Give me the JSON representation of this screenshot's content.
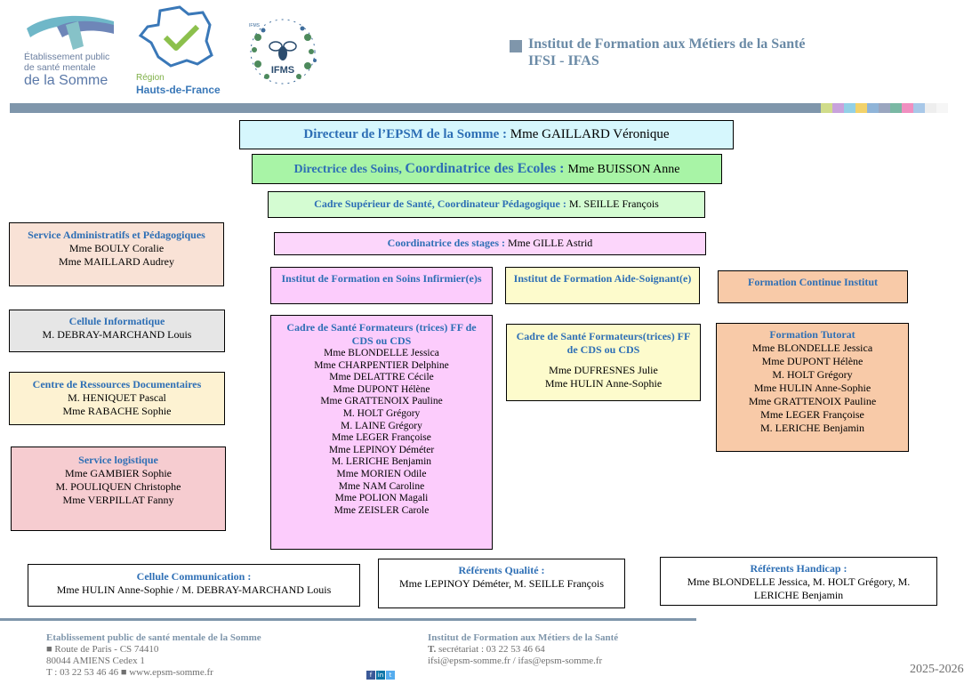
{
  "header": {
    "epsm_logo": {
      "line1": "Établissement public",
      "line2": "de santé mentale",
      "line3": "de la Somme"
    },
    "region_logo": {
      "line1": "Région",
      "line2": "Hauts-de-France"
    },
    "ifms_logo": {
      "label": "IFMS",
      "arc": "IFMS"
    },
    "institute_line1": "Institut de Formation aux Métiers de la Santé",
    "institute_line2": "IFSI - IFAS"
  },
  "colors": {
    "accent_blue": "#2e6fb5",
    "bar": "#7f96ab",
    "swatches": [
      "#d0dc8a",
      "#c8a2dc",
      "#92d0e6",
      "#f2d26a",
      "#8fb4d8",
      "#9aa6bf",
      "#7ab8a4",
      "#f08fc0",
      "#a8c8e8",
      "#eeeeee",
      "#f6f6f6"
    ]
  },
  "org": {
    "directeur": {
      "title": "Directeur de l’EPSM de la Somme : ",
      "name": "Mme GAILLARD Véronique"
    },
    "directrice": {
      "title1": "Directrice des Soins, ",
      "title2": "Coordinatrice des Ecoles : ",
      "name": "Mme BUISSON Anne"
    },
    "cadre_sup": {
      "title": "Cadre Supérieur de Santé, Coordinateur Pédagogique :  ",
      "name": "M. SEILLE François"
    },
    "coord_stages": {
      "title": "Coordinatrice des stages : ",
      "name": "Mme GILLE Astrid"
    },
    "services_admin": {
      "title": "Service Administratifs et Pédagogiques",
      "members": [
        "Mme BOULY Coralie",
        "Mme MAILLARD Audrey"
      ]
    },
    "cellule_info": {
      "title": "Cellule Informatique",
      "members": [
        "M. DEBRAY-MARCHAND Louis"
      ]
    },
    "crd": {
      "title": "Centre de Ressources Documentaires",
      "members": [
        "M. HENIQUET Pascal",
        "Mme RABACHE Sophie"
      ]
    },
    "logistique": {
      "title": "Service logistique",
      "members": [
        "Mme GAMBIER Sophie",
        "M. POULIQUEN Christophe",
        "Mme VERPILLAT Fanny"
      ]
    },
    "ifsi": {
      "title": "Institut de Formation en Soins Infirmier(e)s"
    },
    "ifas": {
      "title": "Institut de Formation Aide-Soignant(e)"
    },
    "fc": {
      "title": "Formation Continue Institut"
    },
    "cds_ifsi": {
      "title": "Cadre de Santé Formateurs (trices) FF de CDS ou CDS",
      "members": [
        "Mme BLONDELLE Jessica",
        "Mme CHARPENTIER Delphine",
        "Mme DELATTRE Cécile",
        "Mme DUPONT Hélène",
        "Mme GRATTENOIX Pauline",
        "M. HOLT Grégory",
        "M. LAINE Grégory",
        "Mme LEGER Françoise",
        "Mme LEPINOY Déméter",
        "M. LERICHE Benjamin",
        "Mme MORIEN Odile",
        "Mme NAM Caroline",
        "Mme POLION Magali",
        "Mme ZEISLER Carole"
      ]
    },
    "cds_ifas": {
      "title": "Cadre de Santé Formateurs(trices) FF de CDS ou CDS",
      "members": [
        "Mme DUFRESNES Julie",
        "Mme HULIN Anne-Sophie"
      ]
    },
    "tutorat": {
      "title": "Formation Tutorat",
      "members": [
        "Mme BLONDELLE Jessica",
        "Mme DUPONT Hélène",
        "M. HOLT Grégory",
        "Mme HULIN Anne-Sophie",
        "Mme GRATTENOIX Pauline",
        "Mme LEGER Françoise",
        "M. LERICHE Benjamin"
      ]
    },
    "communication": {
      "title": "Cellule Communication :",
      "members": "Mme HULIN Anne-Sophie / M. DEBRAY-MARCHAND Louis"
    },
    "qualite": {
      "title": "Référents Qualité :",
      "members": "Mme LEPINOY Déméter, M. SEILLE François"
    },
    "handicap": {
      "title": "Référents Handicap :",
      "line1": "Mme BLONDELLE Jessica, M. HOLT Grégory, M.",
      "line2": "LERICHE Benjamin"
    }
  },
  "footer": {
    "left": {
      "title": "Etablissement public de santé mentale de la Somme",
      "addr1": "■ Route de Paris - CS 74410",
      "addr2": "80044 AMIENS Cedex 1",
      "contact": "T : 03 22 53 46 46 ■ www.epsm-somme.fr"
    },
    "right": {
      "title": "Institut de Formation aux Métiers de la Santé",
      "tel_prefix": "T.",
      "tel": " secrétariat : 03 22 53 46 64",
      "email": "ifsi@epsm-somme.fr / ifas@epsm-somme.fr"
    },
    "year": "2025-2026",
    "socials": [
      "f",
      "in",
      "t"
    ]
  }
}
